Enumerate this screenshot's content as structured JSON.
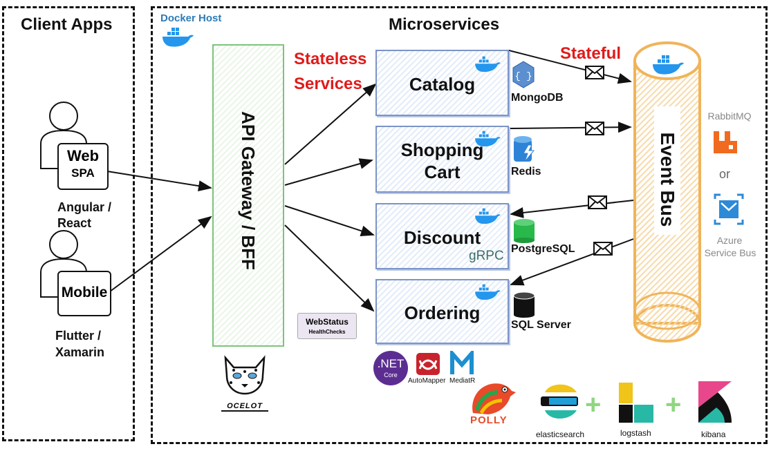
{
  "client_apps": {
    "title": "Client Apps",
    "web": {
      "line1": "Web",
      "line2": "SPA",
      "framework_line1": "Angular /",
      "framework_line2": "React"
    },
    "mobile": {
      "line1": "Mobile",
      "framework_line1": "Flutter /",
      "framework_line2": "Xamarin"
    }
  },
  "docker_host": {
    "label": "Docker Host"
  },
  "microservices": {
    "title": "Microservices"
  },
  "gateway": {
    "label_main": "API Gateway",
    "label_sub": "/ BFF",
    "logo_text": "OCELOT"
  },
  "annotations": {
    "stateless_line1": "Stateless",
    "stateless_line2": "Services",
    "stateful": "Stateful"
  },
  "services": [
    {
      "name": "Catalog",
      "store": "MongoDB"
    },
    {
      "name_line1": "Shopping",
      "name_line2": "Cart",
      "store": "Redis"
    },
    {
      "name": "Discount",
      "store": "PostgreSQL",
      "protocol": "gRPC"
    },
    {
      "name": "Ordering",
      "store": "SQL Server"
    }
  ],
  "webstatus": {
    "title": "WebStatus",
    "subtitle": "HealthChecks"
  },
  "event_bus": {
    "label": "Event Bus"
  },
  "brokers": {
    "rabbit": "RabbitMQ",
    "or": "or",
    "azure_line1": "Azure",
    "azure_line2": "Service Bus"
  },
  "libraries": {
    "dotnet_line1": ".NET",
    "dotnet_line2": "Core",
    "automapper": "AutoMapper",
    "mediatr": "MediatR",
    "polly": "POLLY"
  },
  "elk": {
    "elasticsearch": "elasticsearch",
    "logstash": "logstash",
    "kibana": "kibana",
    "plus": "+"
  },
  "colors": {
    "docker_blue": "#2496ed",
    "red": "#e01a1a",
    "gateway_green": "#7cc47a",
    "service_blue": "#7b93c7",
    "bus_orange": "#f0b45a"
  }
}
